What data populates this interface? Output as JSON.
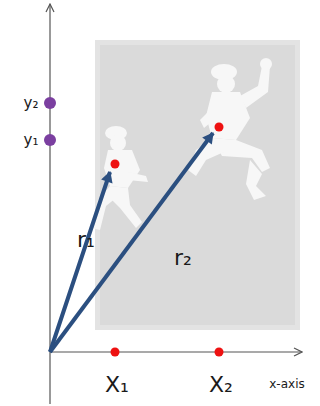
{
  "diagram": {
    "labels": [
      "y₂",
      "y₁",
      "r₁",
      "r₂",
      "X₁",
      "X₂",
      "x-axis"
    ]
  }
}
